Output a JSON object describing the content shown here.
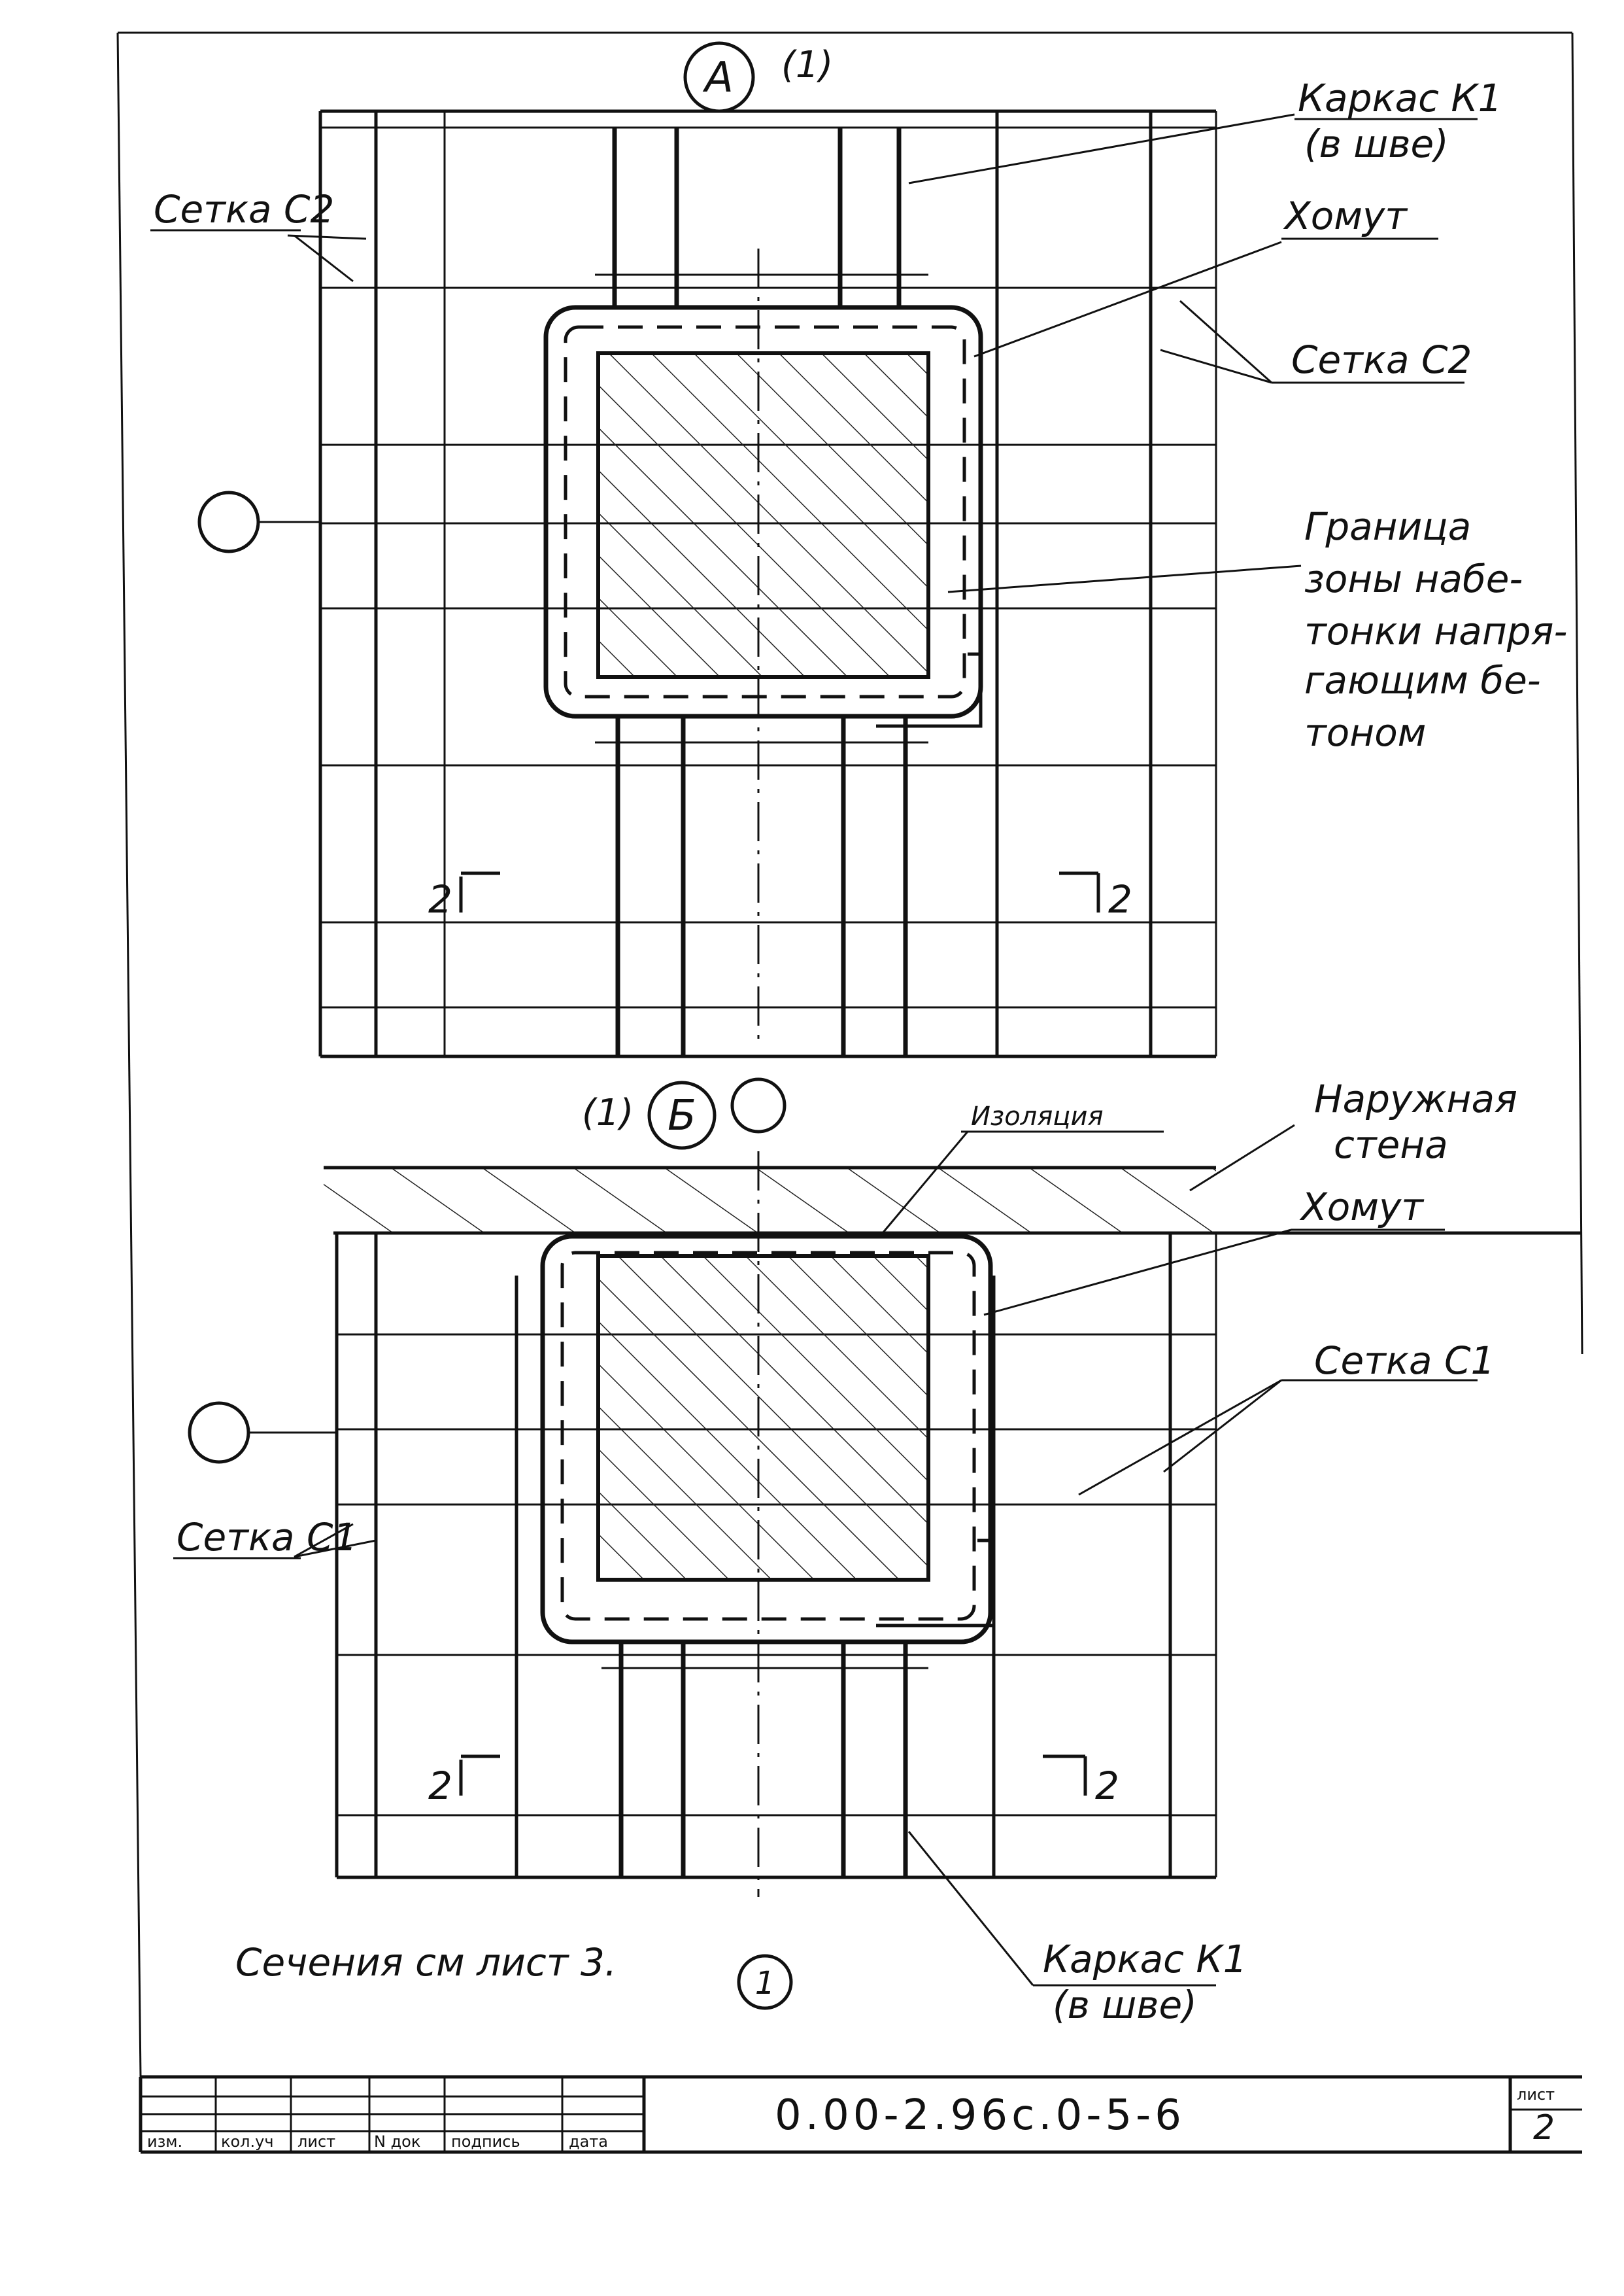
{
  "view_a": {
    "axis_letter": "А",
    "axis_note": "(1)",
    "labels": {
      "karkas_k1_line1": "Каркас К1",
      "karkas_k1_line2": "(в шве)",
      "setka_c2_left": "Сетка С2",
      "homut": "Хомут",
      "setka_c2_right": "Сетка С2",
      "granitsa_1": "Граница",
      "granitsa_2": "зоны набе-",
      "granitsa_3": "тонки напря-",
      "granitsa_4": "гающим бе-",
      "granitsa_5": "тоном"
    },
    "section_marks": {
      "left": "2",
      "right": "2"
    }
  },
  "view_b": {
    "axis_note": "(1)",
    "axis_letter": "Б",
    "labels": {
      "izolyatsiya": "Изоляция",
      "naruzhnaya_1": "Наружная",
      "naruzhnaya_2": "стена",
      "homut": "Хомут",
      "setka_c1_right": "Сетка С1",
      "setka_c1_left": "Сетка С1",
      "karkas_k1_line1": "Каркас К1",
      "karkas_k1_line2": "(в шве)"
    },
    "section_marks": {
      "left": "2",
      "right": "2"
    },
    "axis_bottom": "1"
  },
  "note": "Сечения см лист 3.",
  "title_block": {
    "headers": [
      "изм.",
      "кол.уч",
      "лист",
      "N док",
      "подпись",
      "дата"
    ],
    "designation": "0.00-2.96с.0-5-6",
    "sheet_label": "лист",
    "sheet_number": "2"
  }
}
